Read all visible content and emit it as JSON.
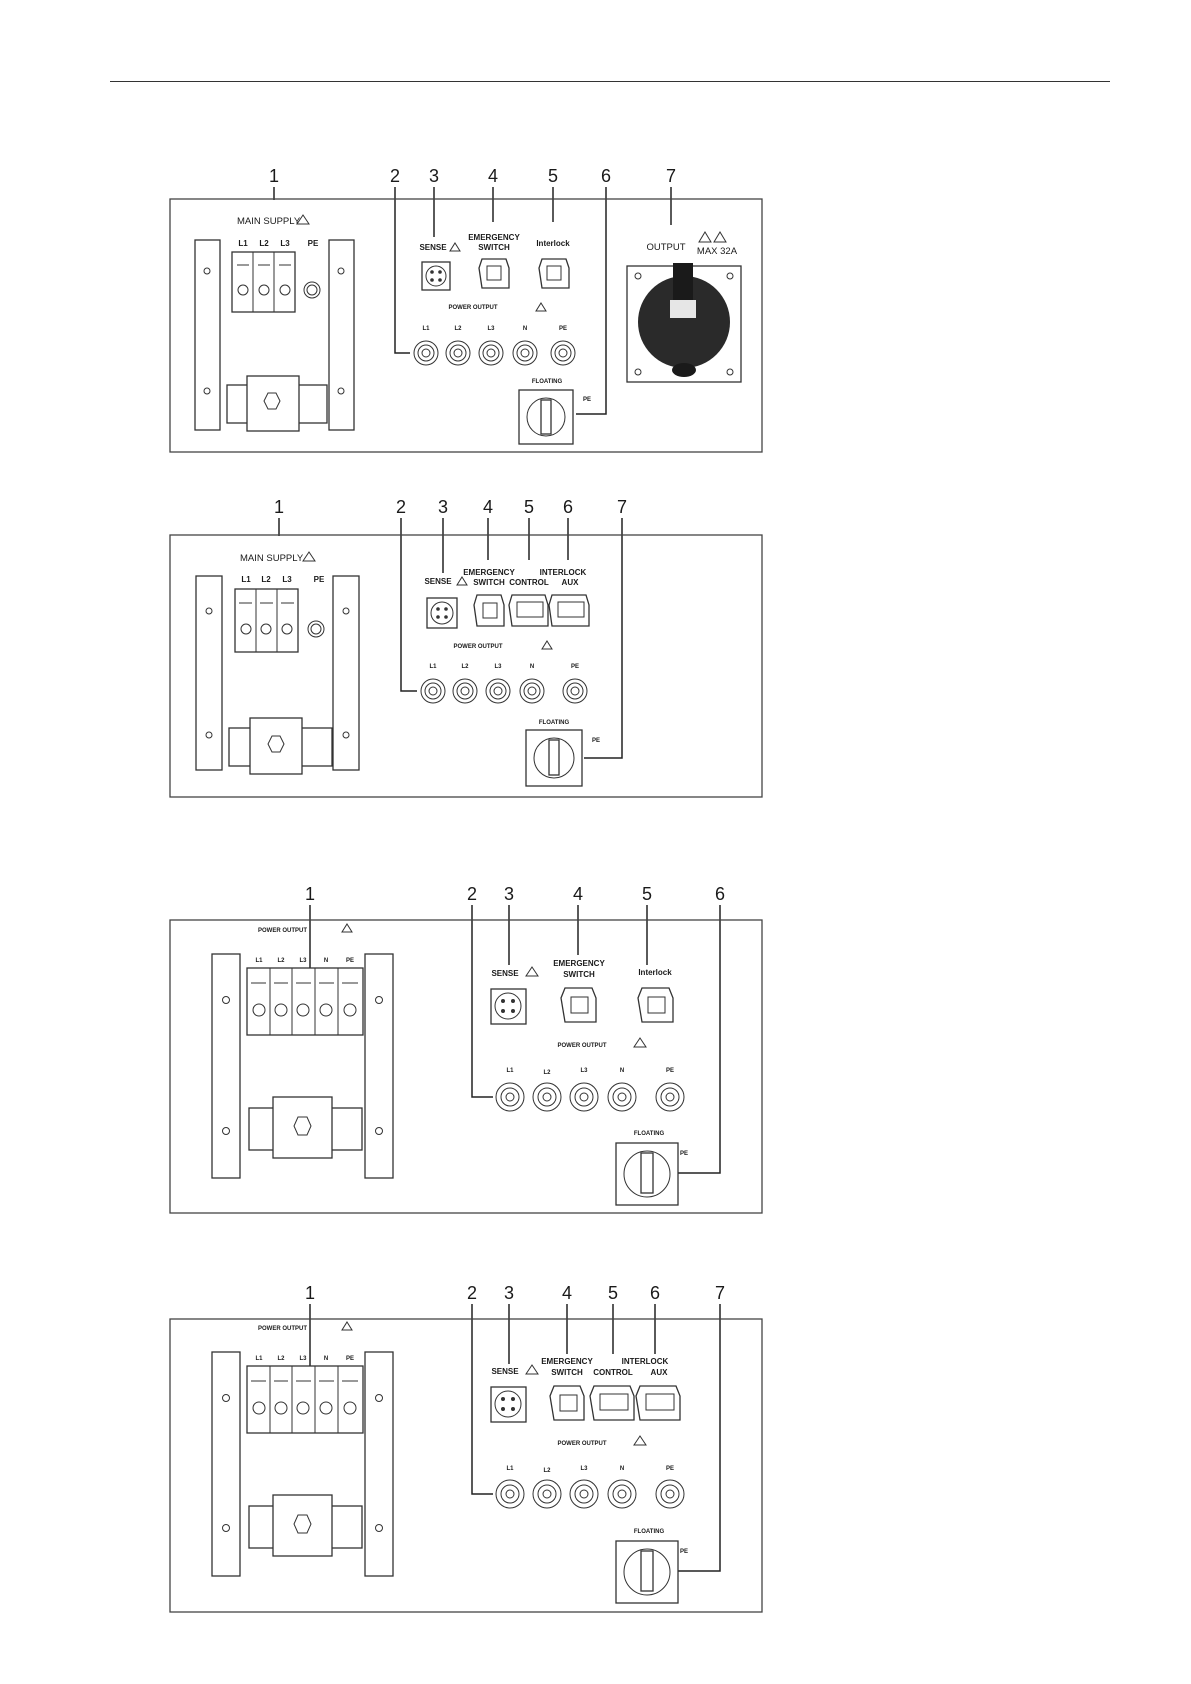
{
  "panels": [
    {
      "callouts": [
        "1",
        "2",
        "3",
        "4",
        "5",
        "6",
        "7"
      ],
      "main_label": "MAIN SUPPLY",
      "terminals": [
        "L1",
        "L2",
        "L3"
      ],
      "pe_label": "PE",
      "sense": "SENSE",
      "emergency_1": "EMERGENCY",
      "emergency_2": "SWITCH",
      "interlock": "Interlock",
      "power_output": "POWER OUTPUT",
      "outputs": [
        "L1",
        "L2",
        "L3",
        "N",
        "PE"
      ],
      "floating": "FLOATING",
      "switch_pe": "PE",
      "output_label": "OUTPUT",
      "max_label": "MAX 32A"
    },
    {
      "callouts": [
        "1",
        "2",
        "3",
        "4",
        "5",
        "6",
        "7"
      ],
      "main_label": "MAIN SUPPLY",
      "terminals": [
        "L1",
        "L2",
        "L3"
      ],
      "pe_label": "PE",
      "sense": "SENSE",
      "emergency_1": "EMERGENCY",
      "emergency_2": "SWITCH",
      "interlock": "INTERLOCK",
      "control": "CONTROL",
      "aux": "AUX",
      "power_output": "POWER OUTPUT",
      "outputs": [
        "L1",
        "L2",
        "L3",
        "N",
        "PE"
      ],
      "floating": "FLOATING",
      "switch_pe": "PE"
    },
    {
      "callouts": [
        "1",
        "2",
        "3",
        "4",
        "5",
        "6"
      ],
      "main_label": "POWER OUTPUT",
      "terminals": [
        "L1",
        "L2",
        "L3",
        "N",
        "PE"
      ],
      "sense": "SENSE",
      "emergency_1": "EMERGENCY",
      "emergency_2": "SWITCH",
      "interlock": "Interlock",
      "power_output": "POWER OUTPUT",
      "outputs": [
        "L1",
        "L2",
        "L3",
        "N",
        "PE"
      ],
      "floating": "FLOATING",
      "switch_pe": "PE"
    },
    {
      "callouts": [
        "1",
        "2",
        "3",
        "4",
        "5",
        "6",
        "7"
      ],
      "main_label": "POWER OUTPUT",
      "terminals": [
        "L1",
        "L2",
        "L3",
        "N",
        "PE"
      ],
      "sense": "SENSE",
      "emergency_1": "EMERGENCY",
      "emergency_2": "SWITCH",
      "interlock": "INTERLOCK",
      "control": "CONTROL",
      "aux": "AUX",
      "power_output": "POWER OUTPUT",
      "outputs": [
        "L1",
        "L2",
        "L3",
        "N",
        "PE"
      ],
      "floating": "FLOATING",
      "switch_pe": "PE"
    }
  ]
}
